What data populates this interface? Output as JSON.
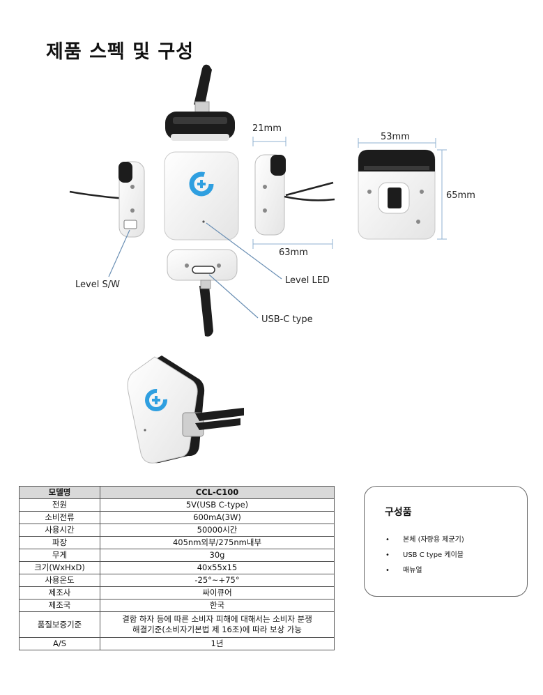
{
  "title": "제품 스펙 및 구성",
  "dimensions": {
    "depth": "21mm",
    "front_width": "63mm",
    "rear_width": "53mm",
    "height": "65mm"
  },
  "callouts": {
    "level_sw": "Level S/W",
    "level_led": "Level LED",
    "usb_c": "USB-C type"
  },
  "spec_table": {
    "header": {
      "label": "모델명",
      "value": "CCL-C100"
    },
    "rows": [
      {
        "label": "전원",
        "value": "5V(USB C-type)"
      },
      {
        "label": "소비전류",
        "value": "600mA(3W)"
      },
      {
        "label": "사용시간",
        "value": "50000시간"
      },
      {
        "label": "파장",
        "value": "405nm외부/275nm내부"
      },
      {
        "label": "무게",
        "value": "30g"
      },
      {
        "label": "크기(WxHxD)",
        "value": "40x55x15"
      },
      {
        "label": "사용온도",
        "value": "-25°~+75°"
      },
      {
        "label": "제조사",
        "value": "싸이큐어"
      },
      {
        "label": "제조국",
        "value": "한국"
      },
      {
        "label": "품질보증기준",
        "value": "결함 하자 등에 따른 소비자 피해에 대해서는 소비자 분쟁",
        "value2": "해결기준(소비자기본법 제 16조)에 따라 보상 가능"
      },
      {
        "label": "A/S",
        "value": "1년"
      }
    ]
  },
  "components": {
    "title": "구성품",
    "bullet": "•",
    "items": [
      "본체 (자량용 제균기)",
      "USB C type 케이블",
      "매뉴얼"
    ]
  },
  "colors": {
    "logo_blue": "#2f9fe0",
    "device_black": "#1c1c1c",
    "device_white": "#f2f2f2",
    "callout_line": "#6a8fb4",
    "dim_line": "#8fb0d0",
    "table_header": "#d9d9d9"
  }
}
